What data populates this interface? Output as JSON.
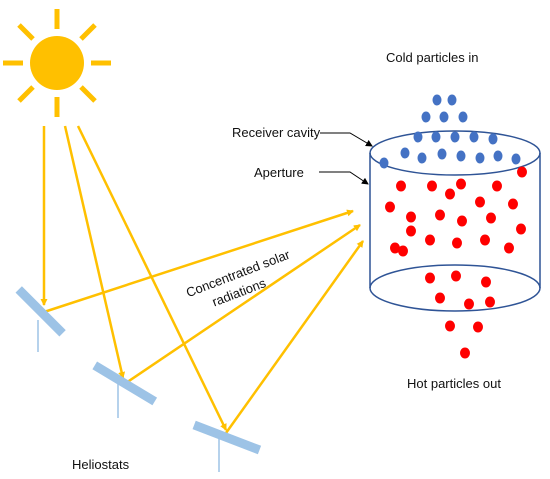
{
  "labels": {
    "cold_particles_in": "Cold particles in",
    "receiver_cavity": "Receiver cavity",
    "aperture": "Aperture",
    "concentrated_line1": "Concentrated solar",
    "concentrated_line2": "radiations",
    "hot_particles_out": "Hot particles out",
    "heliostats": "Heliostats"
  },
  "colors": {
    "sun": "#FFC000",
    "ray": "#FFC000",
    "heliostat": "#9DC3E6",
    "cold_particle": "#4472C4",
    "hot_particle": "#FF0000",
    "receiver_outline": "#2F5496",
    "text": "#111111"
  }
}
